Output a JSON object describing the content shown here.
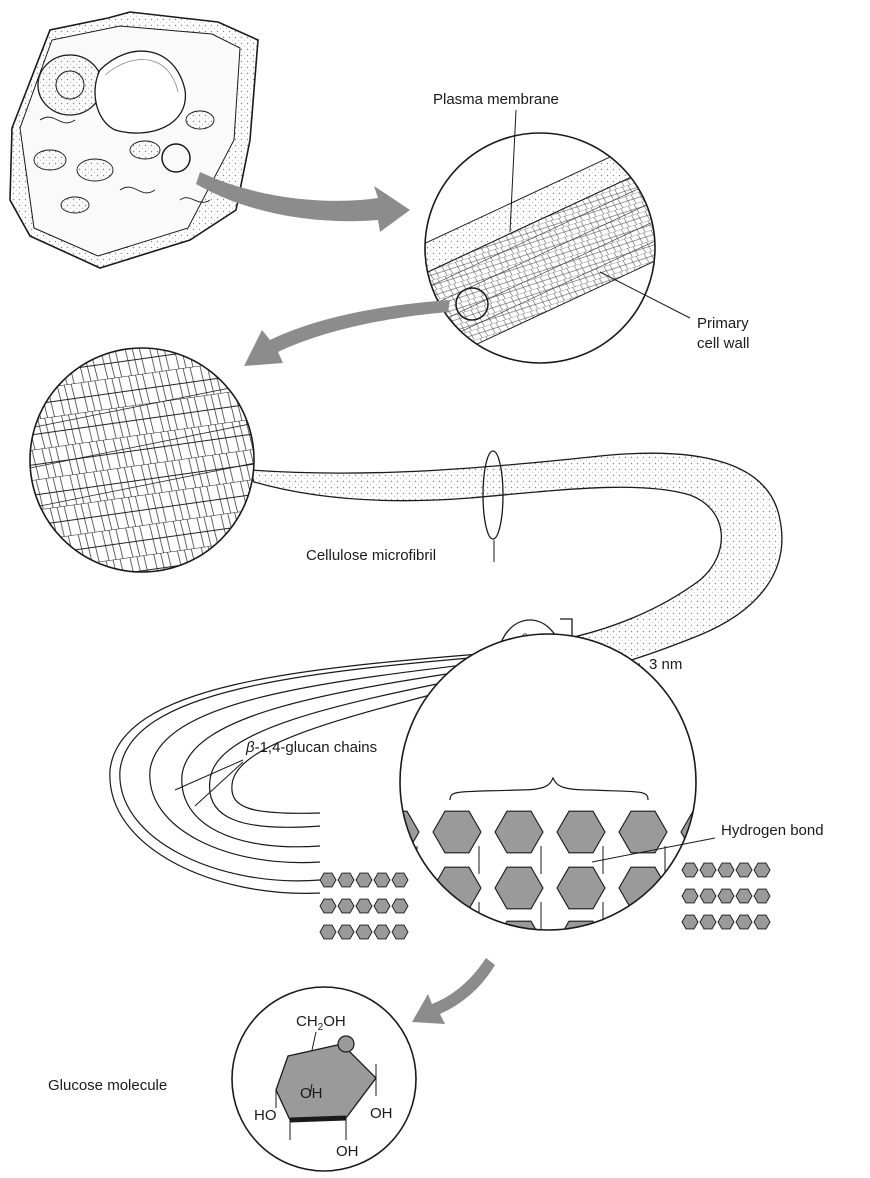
{
  "labels": {
    "plasma_membrane": "Plasma membrane",
    "primary_cell_wall_line1": "Primary",
    "primary_cell_wall_line2": "cell wall",
    "cellulose_microfibril": "Cellulose microfibril",
    "size_3nm": "3 nm",
    "glucan_chains_prefix": "β",
    "glucan_chains_rest": "-1,4-glucan chains",
    "hydrogen_bond": "Hydrogen bond",
    "glucose_molecule": "Glucose molecule"
  },
  "glucose_atoms": {
    "ch2oh_a": "CH",
    "ch2oh_sub": "2",
    "ch2oh_b": "OH",
    "oh_top": "OH",
    "ho_left": "HO",
    "oh_right": "OH",
    "oh_bottom": "OH"
  },
  "colors": {
    "ink": "#1a1a1a",
    "hex_fill": "#9a9a9a",
    "arrow_fill": "#8c8c8c",
    "stipple": "#888888"
  }
}
